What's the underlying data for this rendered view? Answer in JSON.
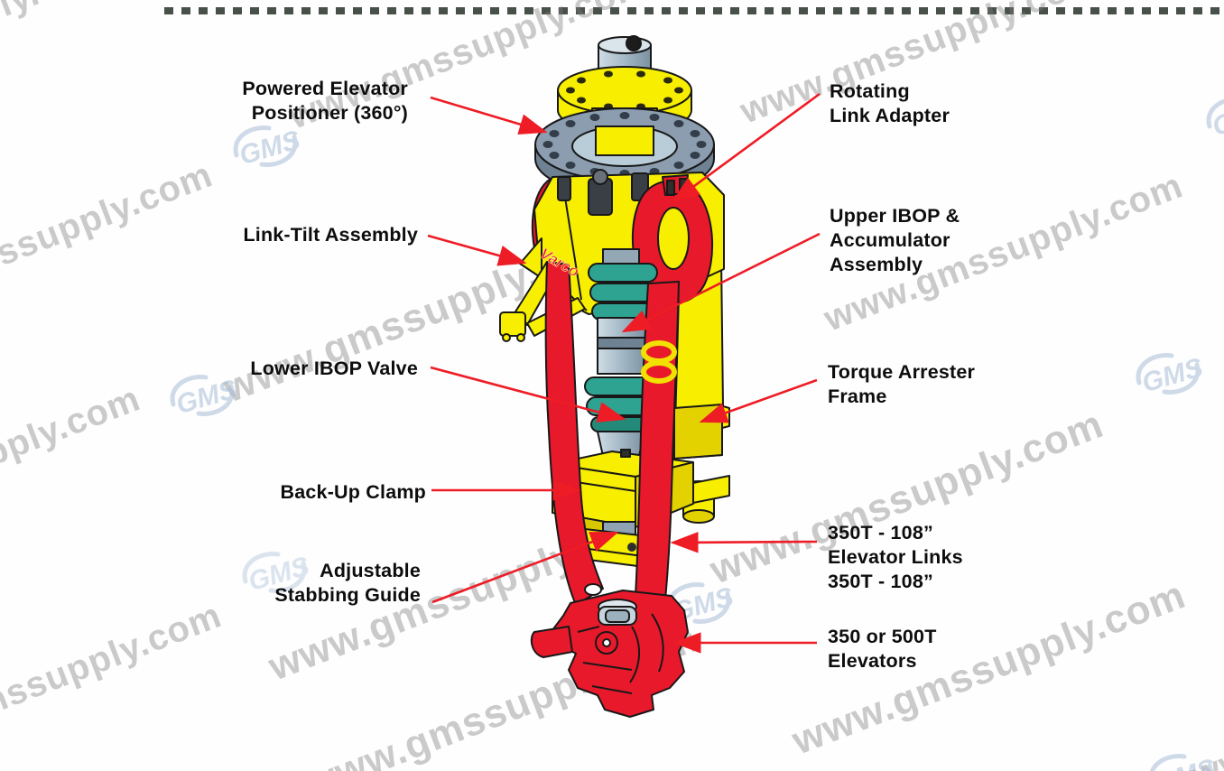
{
  "watermark": {
    "text": "www.gmssupply.com",
    "logo_text": "GMS"
  },
  "machine": {
    "brand": "Varco"
  },
  "labels": {
    "left": [
      {
        "id": "powered-elevator-positioner",
        "lines": [
          "Powered Elevator",
          "Positioner (360°)"
        ]
      },
      {
        "id": "link-tilt-assembly",
        "lines": [
          "Link-Tilt Assembly"
        ]
      },
      {
        "id": "lower-ibop-valve",
        "lines": [
          "Lower IBOP Valve"
        ]
      },
      {
        "id": "back-up-clamp",
        "lines": [
          "Back-Up Clamp"
        ]
      },
      {
        "id": "adjustable-stabbing-guide",
        "lines": [
          "Adjustable",
          "Stabbing Guide"
        ]
      }
    ],
    "right": [
      {
        "id": "rotating-link-adapter",
        "lines": [
          "Rotating",
          "Link Adapter"
        ]
      },
      {
        "id": "upper-ibop-accumulator-assembly",
        "lines": [
          "Upper IBOP &",
          "Accumulator",
          "Assembly"
        ]
      },
      {
        "id": "torque-arrester-frame",
        "lines": [
          "Torque Arrester",
          "Frame"
        ]
      },
      {
        "id": "elevator-links",
        "lines": [
          "350T - 108”",
          "Elevator Links",
          "350T - 108”"
        ]
      },
      {
        "id": "elevators",
        "lines": [
          "350 or 500T",
          "Elevators"
        ]
      }
    ]
  },
  "colors": {
    "machine_yellow": "#f7ee00",
    "machine_yellow_shade": "#e3d200",
    "machine_red": "#e8192b",
    "steel_light": "#cfdde6",
    "steel_dark": "#7b92a2",
    "positioner_disc": "#8b9dae",
    "ibop_teal": "#2fa392",
    "leader_red": "#ee1c25",
    "label_text": "#0d0d0d",
    "watermark_gray": "#b5b5b5",
    "logo_blue": "#a9bed8"
  }
}
